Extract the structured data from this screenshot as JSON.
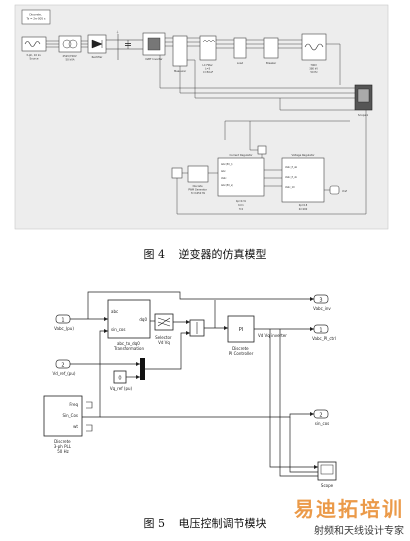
{
  "fig4": {
    "caption_num": "图 4",
    "caption_text": "逆变器的仿真模型",
    "blocks": {
      "discrete": "Discrete,\nTs = 2e-005 s",
      "source": "3-ph, 10 kv\nSource",
      "trans1": "25kV/700V\n50 kVA",
      "rectifier": "Rectifier",
      "igbt": "IGBT Inverter",
      "measure": "Measurer",
      "lcfilter": "LC Filter\nL=3\nC=50uF",
      "load": "Load",
      "breaker": "Breaker",
      "trans2": "700V\n380 kV\n50 Hz",
      "scope": "Scope1",
      "current_reg": "Current Regulator",
      "cr_ports": [
        "Iabc(PU_i)",
        "Iabc",
        "Vabc",
        "Iabc(PU_s)"
      ],
      "cr_lines": [
        "Kp=0.31",
        "Ki=1",
        "f=2"
      ],
      "voltage_reg": "Voltage Regulator",
      "vr_ports": [
        "Vabc_P_ab",
        "Vabc_P_vb",
        "Vabc_10"
      ],
      "vr_lines": [
        "Kp=0.8",
        "Ki=200"
      ],
      "vref_in": "Vref",
      "pwm": "Discrete\nPWM Generator\nfc=1650 Hz"
    }
  },
  "fig5": {
    "caption_num": "图 5",
    "caption_text": "电压控制调节模块",
    "inputs": [
      {
        "num": "1",
        "label": "Vabc_(pu)"
      },
      {
        "num": "2",
        "label": "Vd_ref_(pu)"
      }
    ],
    "const": {
      "value": "0",
      "label": "Vq_ref (pu)"
    },
    "abc2dq0": {
      "ports": [
        "abc",
        "dq0",
        "sin_cos"
      ],
      "label": "abc_to_dq0\nTransformation"
    },
    "selector": {
      "label": "Selector\nVd Vq"
    },
    "pi": {
      "symbol": "PI",
      "label": "Discrete\nPI Controller",
      "out": "Vd Vq inverter"
    },
    "pll": {
      "ports": [
        "Freq",
        "Sin_Cos",
        "wt"
      ],
      "label": "Discrete\n3-ph PLL\n50 Hz"
    },
    "outputs": [
      {
        "num": "3",
        "label": "Vabc_inv"
      },
      {
        "num": "1",
        "label": "Vabc_PI_ctrl"
      },
      {
        "num": "2",
        "label": "sin_cos"
      }
    ],
    "scope": {
      "label": "Scope"
    }
  },
  "watermark": {
    "main": "易迪拓培训",
    "sub": "射频和天线设计专家"
  }
}
